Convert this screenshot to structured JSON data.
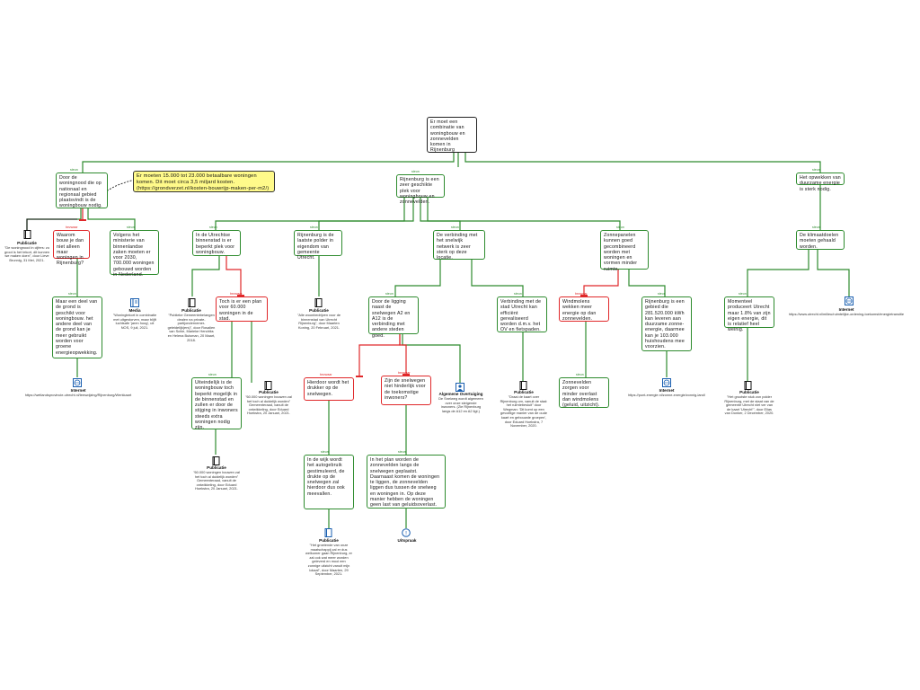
{
  "nodes": {
    "root": "Er moet een combinatie van woningbouw en zonnevelden komen in Rijnenburg",
    "c1": "Door de woningnood die op nationaal en regionaal gebied plaatsvindt is de woningbouw nodig.",
    "c2": "Rijnenburg is een zeer geschikte plek voor woningbouw en zonnevelden.",
    "c3": "Het opwekken van duurzame energie is sterk nodig.",
    "n1": "Waarom bouw je dan niet alleen maar woningen in Rijnenburg?",
    "n2": "Volgens het ministerie van binnenlandse zaken moeten er voor 2030, 700.000 woningen gebouwd worden in Nederland.",
    "n3": "Maar een deel van de grond is geschikt voor woningbouw. het andere deel van de grond kan je meer gebruikt worden voor groene energieopwekking.",
    "n4": "In de Utrechtse binnenstad is er beperkt plek voor woningbouw.",
    "n5": "Toch is er een plan voor 60.000 woningen in de stad.",
    "n6": "Uiteindelijk is de woningbouw toch beperkt mogelijk in de binnenstad en zullen er door de stijging in inwoners steeds extra woningen nodig zijn.",
    "n7": "Rijnenburg is de laatste polder in eigendom van gemeente Utrecht.",
    "n8": "De verbinding met het snelwijk netwerk is zeer sterk op deze locatie.",
    "n9": "Door de ligging naast de snelwegen A2 en A12 is de verbinding met andere steden goed.",
    "n10": "Verbinding met de stad Utrecht kan efficiënt gerealiseerd worden d.m.v. het OV en fietspaden.",
    "n11": "Hierdoor wordt het drukker op de snelwegen.",
    "n12": "Zijn de snelwegen niet hinderlijk voor de toekomstige inwoners?",
    "n13": "In de wijk wordt het autogebruik gestimuleerd, de drukte op de snelwegen zal hierdoor dus ook meevallen.",
    "n14": "In het plan worden de zonnevelden langs de snelwegen geplaatst. Daarnaast komen de woningen te liggen, de zonnevelden liggen dus tussen de snelweg en woningen in. Op deze manier hebben de woningen geen last van geluidsoverlast.",
    "n15": "Zonnepanelen kunnen goed gecombineerd worden met woningen en vormen minder ruimte.",
    "n16": "Windmolens wekken meer energie op dan zonnevelden.",
    "n17": "Rijnenburg is een gebied die 281.520.000 kWh kan leveren aan duurzame zonne-energie, daarmee kan je 103.000 huishoudens mee voorzien.",
    "n18": "Zonnevelden zorgen voor minder overlast dan windmolens (geluid, uitzicht).",
    "n19": "De klimaatdoelen moeten gehaald worden.",
    "n20": "Momenteel produceert Utrecht maar 1.8% van zijn eigen energie, dit is relatief heel weinig.",
    "note": "Er moeten 15.000 tot 23.000 betaalbare woningen komen. Dit moet circa 3,5 miljard kosten. (https://grondverzet.nl/kosten-bouwrijp-maken-per-m2/)"
  },
  "labels": {
    "support": "steun",
    "objection": "bezwaar"
  },
  "sources": {
    "s1": {
      "type": "Publicatie",
      "text": "\"De woningnood in cijfers: zo groot is het tekort, dit kunnen we maken doen\", door Lieve Brunnig, 31 Mei, 2021."
    },
    "s2": {
      "type": "Media",
      "text": "\"Woningtekort in combinatie met uitgestorven, maar blijft luchtsafe 'jaren hoog', uit NOS, 9 juli, 2021."
    },
    "s3": {
      "type": "Internet",
      "text": "https://wetlandsprovincie-utrecht.nl/leeswijzing/Rijnenburg/Werkkaart"
    },
    "s4": {
      "type": "Publicatie",
      "text": "\"Publieke Gemeentebelangen dealen na private-partijondernemer-geleidelijk(ers)\", door Rosalien van Schie, Marieke Hendriks en Helena Buisman, 20 Maart, 2018."
    },
    "s5": {
      "type": "Publicatie",
      "text": "\"60.000 woningen bouwen zal het toch al duidelijk worden\" Gemeenteraad, vanuit de ontwikkeling, door Eduard Hoekstra, 20 Januari, 2021."
    },
    "s6": {
      "type": "Publicatie",
      "text": "\"60.000 woningen bouwen zal het toch al duidelijk worden\" Gemeenteraad, vanuit de ontwikkeling, door Eduard Hoekstra, 20 Januari, 2021."
    },
    "s7": {
      "type": "Publicatie",
      "text": "\"Alle woonbedrijven voor de binnenstad van Utrecht Rijnenburg\", door Maarten Koning, 20 Februari, 2021."
    },
    "s8": {
      "type": "Algemene Overtuiging",
      "text": "De Snelweg wordt algemeen over onze steigende inwoners. (Zie Rijnenburg langs de A12 en A2 ligt.)"
    },
    "s9": {
      "type": "Publicatie",
      "text": "\"Draai de kaart over Rijnenburg om, vanuit de stad: het ruimtebesluit\" door Wegman: 'Dit komt op een gevoelige manier van de oude kaart en gebouwde groepen', door Eduard Hoekstra, 7 November, 2020."
    },
    "s10": {
      "type": "Internet",
      "text": "https://punt-energie.nl/zonne-energie/zonnig-land/"
    },
    "s11": {
      "type": "Publicatie",
      "text": "\"Het groeiende van onze maatschappij zal er dus welkomer gaan Rijnenburg, er zal ook wat meer worden geleverd en mooi een zonnige uitzicht vanuit mijn lokaal\", door Maarten, 29 September, 2021."
    },
    "s12": {
      "type": "Uitspraak",
      "text": ""
    },
    "s13": {
      "type": "Internet",
      "text": "https://www.utrecht.nl/milieu/ruimtelijke-ordening-toekomst/energietransitie"
    },
    "s14": {
      "type": "Publicatie",
      "text": "\"Het grootste stuk zon polder Rijnenburg, met de staat van de gemeente Utrecht niet ver van de kaart 'Utrecht'\", door Elias van Donker, 2 December, 2020."
    }
  }
}
